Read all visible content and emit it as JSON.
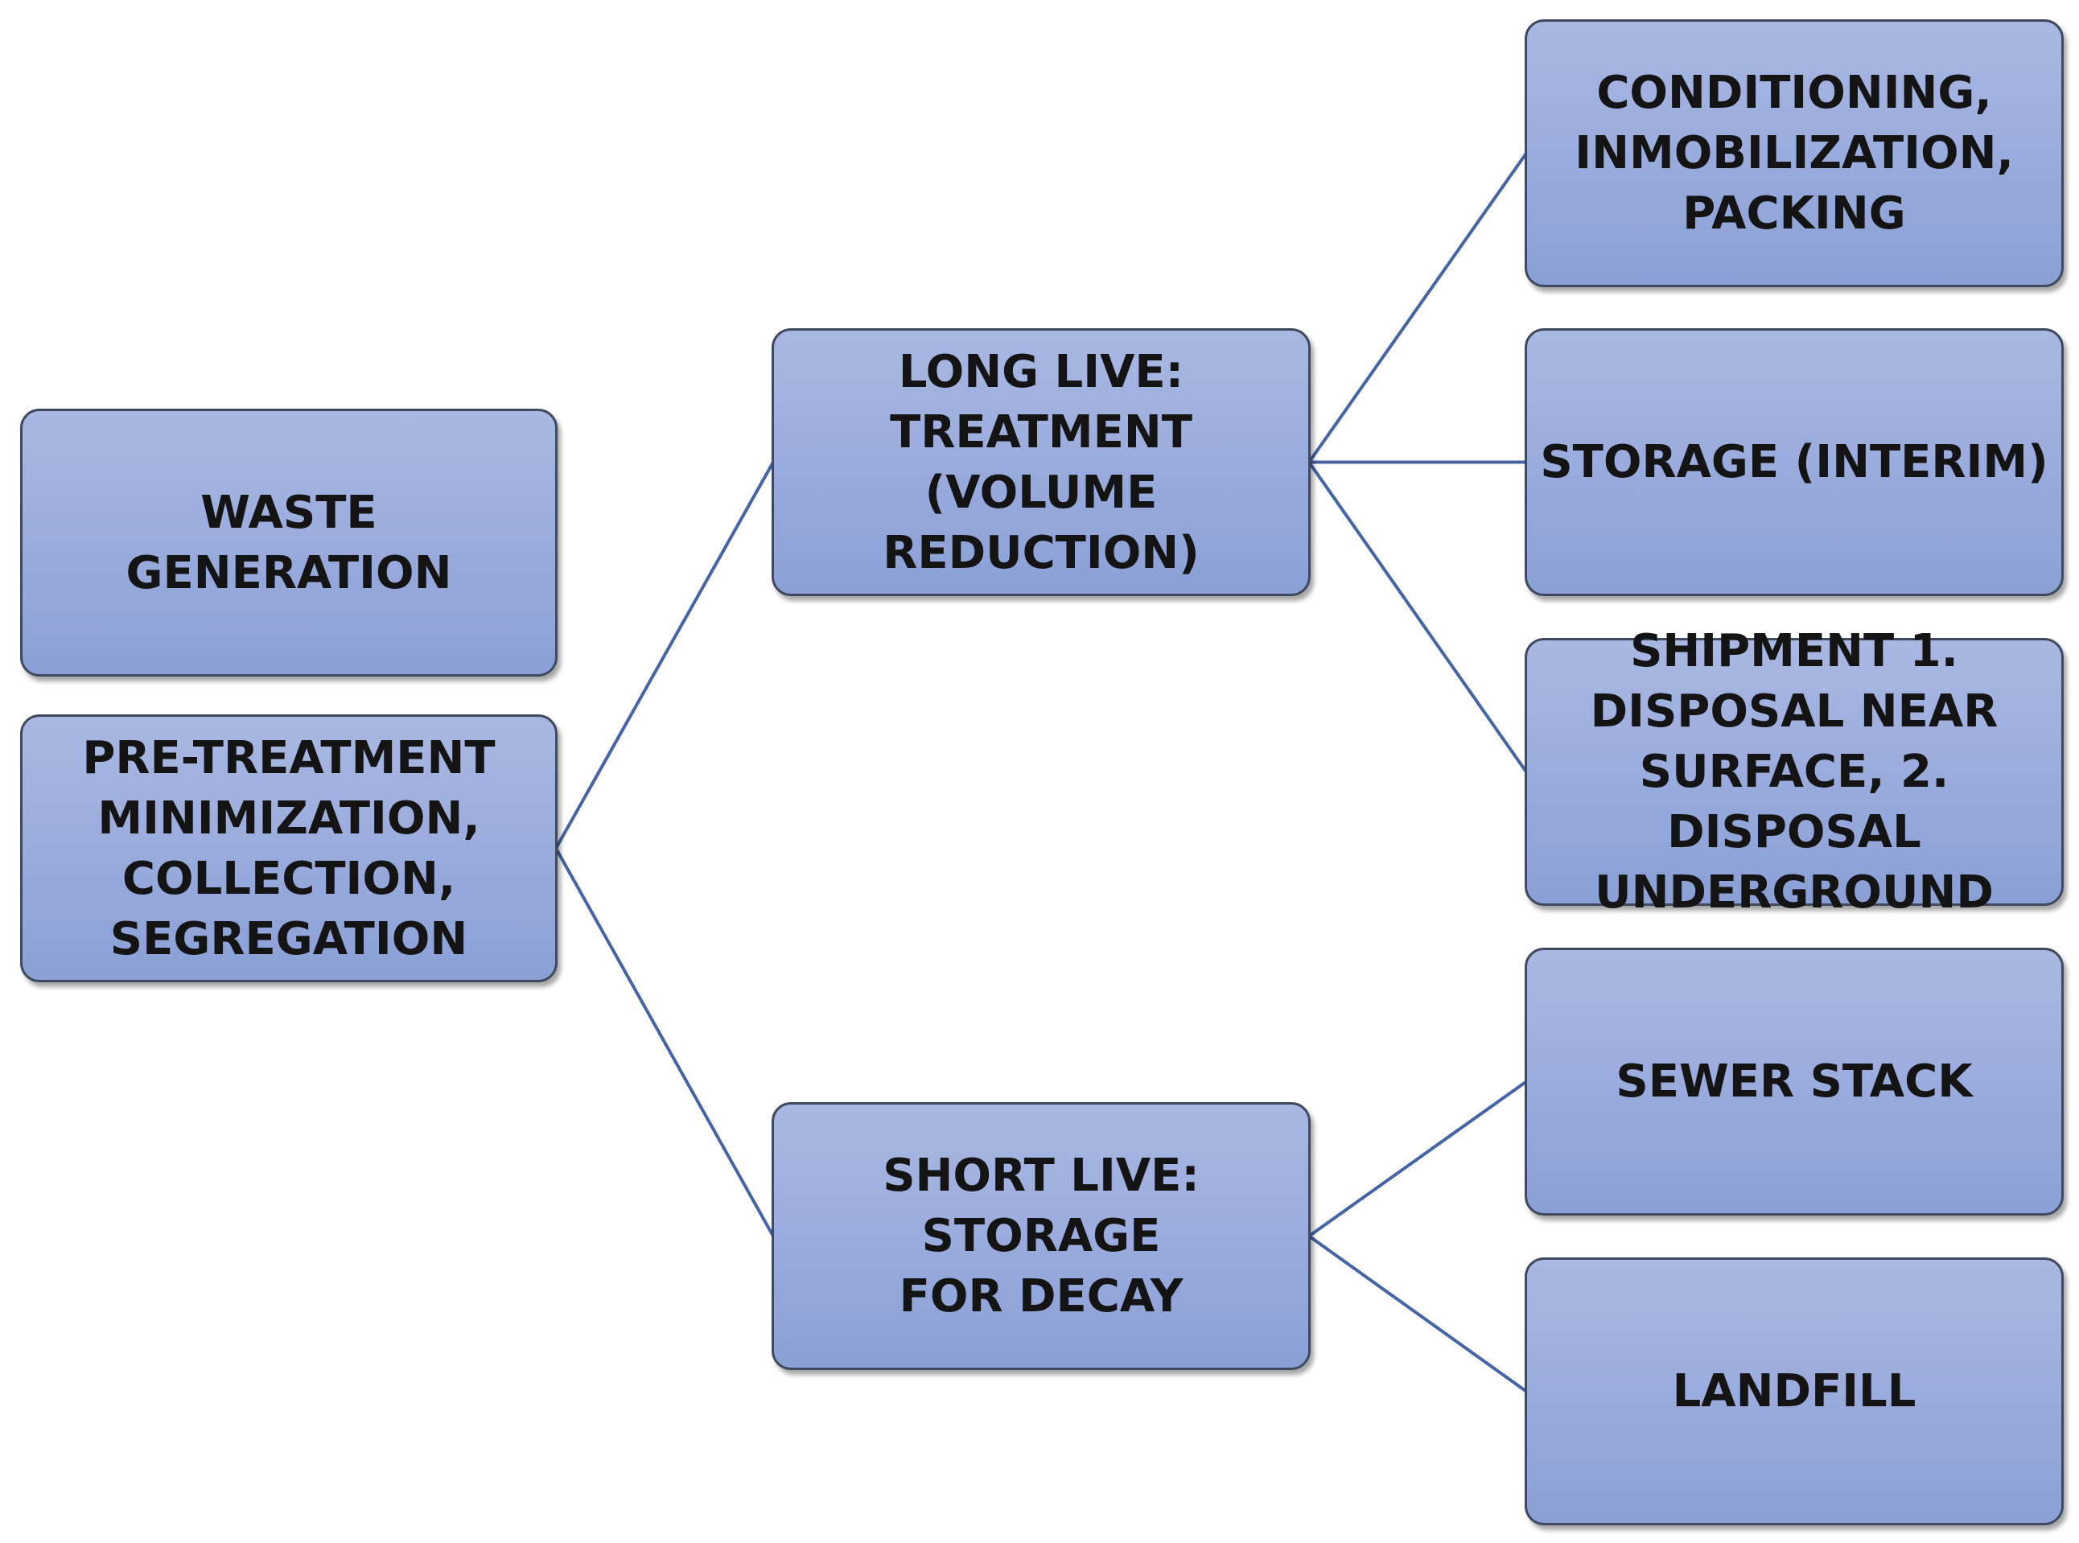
{
  "diagram": {
    "nodes": {
      "waste_generation": "WASTE GENERATION",
      "pre_treatment": "PRE-TREATMENT\nMINIMIZATION,\nCOLLECTION,\nSEGREGATION",
      "long_live": "LONG LIVE:\nTREATMENT (VOLUME\nREDUCTION)",
      "short_live": "SHORT LIVE: STORAGE\nFOR DECAY",
      "conditioning": "CONDITIONING,\nINMOBILIZATION,\nPACKING",
      "storage_interim": "STORAGE (INTERIM)",
      "shipment": "SHIPMENT 1.\nDISPOSAL NEAR\nSURFACE, 2. DISPOSAL\nUNDERGROUND",
      "sewer_stack": "SEWER STACK",
      "landfill": "LANDFILL"
    },
    "edges": [
      [
        "pre_treatment",
        "long_live"
      ],
      [
        "pre_treatment",
        "short_live"
      ],
      [
        "long_live",
        "conditioning"
      ],
      [
        "long_live",
        "storage_interim"
      ],
      [
        "long_live",
        "shipment"
      ],
      [
        "short_live",
        "sewer_stack"
      ],
      [
        "short_live",
        "landfill"
      ]
    ],
    "colors": {
      "node_fill_top": "#a9b8e2",
      "node_fill_bottom": "#8aa0d6",
      "node_border": "#3f4a5e",
      "connector": "#4464a8",
      "text": "#141414"
    }
  }
}
